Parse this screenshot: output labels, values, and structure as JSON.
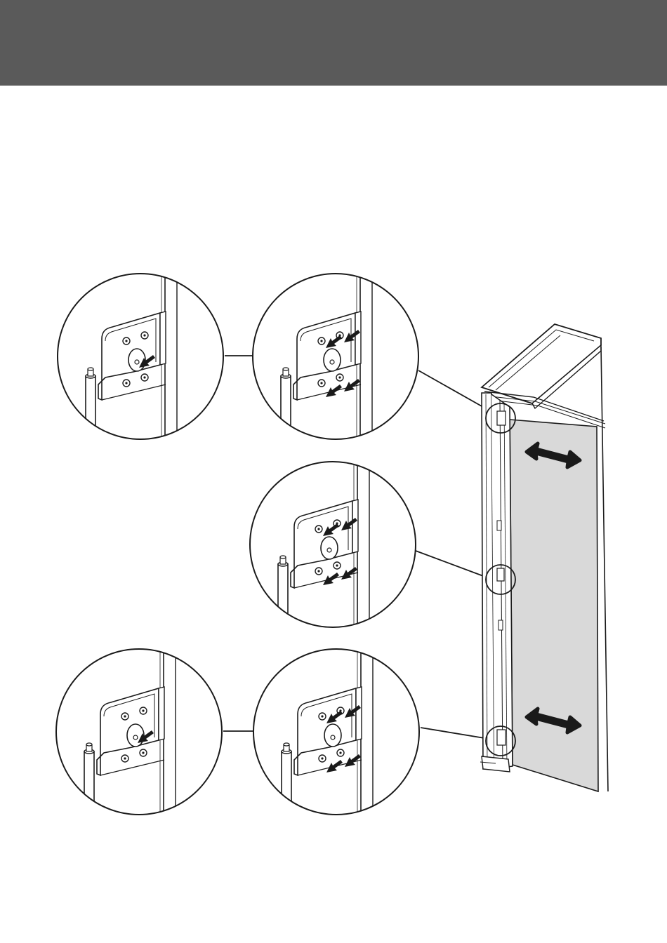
{
  "header": {
    "band_color": "#5a5a5a"
  },
  "illustration": {
    "subject": "door-hinge-adjustment",
    "panel_fill": "#d9d9d9",
    "line_color": "#1a1a1a",
    "detail_views": [
      {
        "id": "top-left",
        "hinge": "top",
        "arrows": 1
      },
      {
        "id": "top-right",
        "hinge": "top",
        "arrows": 4
      },
      {
        "id": "middle",
        "hinge": "middle",
        "arrows": 4
      },
      {
        "id": "bottom-left",
        "hinge": "bottom",
        "arrows": 1
      },
      {
        "id": "bottom-right",
        "hinge": "bottom",
        "arrows": 4
      }
    ],
    "direction_arrows": 2
  }
}
